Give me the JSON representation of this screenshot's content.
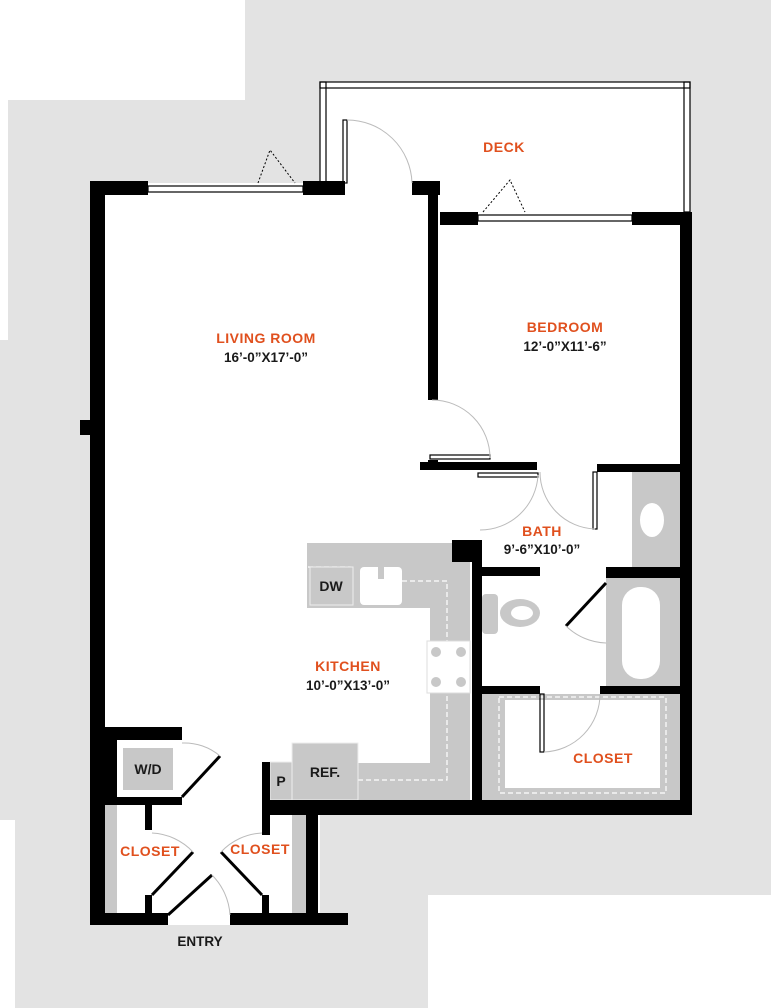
{
  "rooms": {
    "deck": {
      "label": "DECK"
    },
    "living_room": {
      "label": "LIVING ROOM",
      "dimensions": "16’-0”X17’-0”"
    },
    "bedroom": {
      "label": "BEDROOM",
      "dimensions": "12’-0”X11’-6”"
    },
    "bath": {
      "label": "BATH",
      "dimensions": "9’-6”X10’-0”"
    },
    "kitchen": {
      "label": "KITCHEN",
      "dimensions": "10’-0”X13’-0”"
    },
    "bath_closet": {
      "label": "CLOSET"
    },
    "entry_closet_left": {
      "label": "CLOSET"
    },
    "entry_closet_right": {
      "label": "CLOSET"
    },
    "entry": {
      "label": "ENTRY"
    }
  },
  "fixtures": {
    "dishwasher": "DW",
    "washer_dryer": "W/D",
    "pantry": "P",
    "refrigerator": "REF."
  },
  "colors": {
    "label": "#e0501e",
    "wall": "#000000",
    "fixture": "#c8c8c8",
    "surround": "#e3e3e3"
  }
}
